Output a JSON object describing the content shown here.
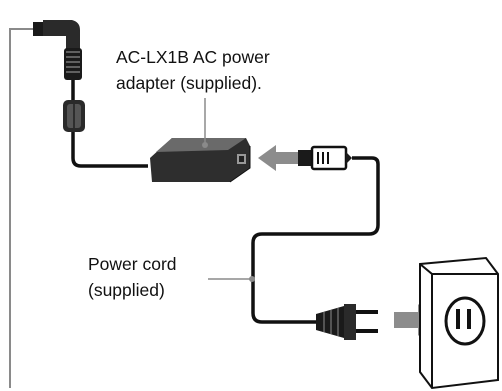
{
  "labels": {
    "adapter": {
      "line1": "AC-LX1B AC power",
      "line2": "adapter (supplied)."
    },
    "power_cord": {
      "line1": "Power cord",
      "line2": "(supplied)"
    }
  },
  "colors": {
    "ink": "#111111",
    "leader_gray": "#8a8a8a",
    "arrow_gray": "#8c8c8c",
    "adapter_fill": "#2e2e2e",
    "adapter_highlight": "#6a6a6a",
    "outlet_fill": "#ffffff"
  }
}
